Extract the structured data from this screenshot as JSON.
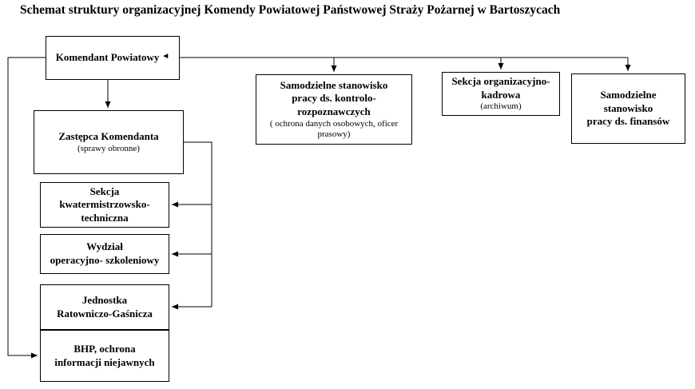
{
  "title": "Schemat struktury organizacyjnej Komendy Powiatowej Państwowej Straży Pożarnej w Bartoszycach",
  "icons": {
    "cursor": "◄"
  },
  "colors": {
    "line": "#000000",
    "border": "#000000",
    "background": "#ffffff"
  },
  "boxes": {
    "komendant": {
      "title_lines": [
        "Komendant Powiatowy"
      ]
    },
    "zastepca": {
      "title_lines": [
        "Zastępca Komendanta"
      ],
      "sub_lines": [
        "(sprawy obronne)"
      ]
    },
    "kwatermistrzowska": {
      "title_lines": [
        "Sekcja",
        "kwatermistrzowsko-",
        "techniczna"
      ]
    },
    "operacyjny": {
      "title_lines": [
        "Wydział",
        "operacyjno- szkoleniowy"
      ]
    },
    "jrg": {
      "title_lines": [
        "Jednostka",
        "Ratowniczo-Gaśnicza"
      ]
    },
    "bhp": {
      "title_lines": [
        "BHP, ochrona",
        "informacji niejawnych"
      ]
    },
    "kontrolno": {
      "title_lines": [
        "Samodzielne stanowisko",
        "pracy ds. kontrolo-",
        "rozpoznawczych"
      ],
      "sub_lines": [
        "( ochrona danych osobowych, oficer",
        "prasowy)"
      ]
    },
    "organizacyjna": {
      "title_lines": [
        "Sekcja organizacyjno-",
        "kadrowa"
      ],
      "sub_lines": [
        "(archiwum)"
      ]
    },
    "finanse": {
      "title_lines": [
        "Samodzielne",
        "stanowisko",
        "pracy ds. finansów"
      ]
    }
  }
}
